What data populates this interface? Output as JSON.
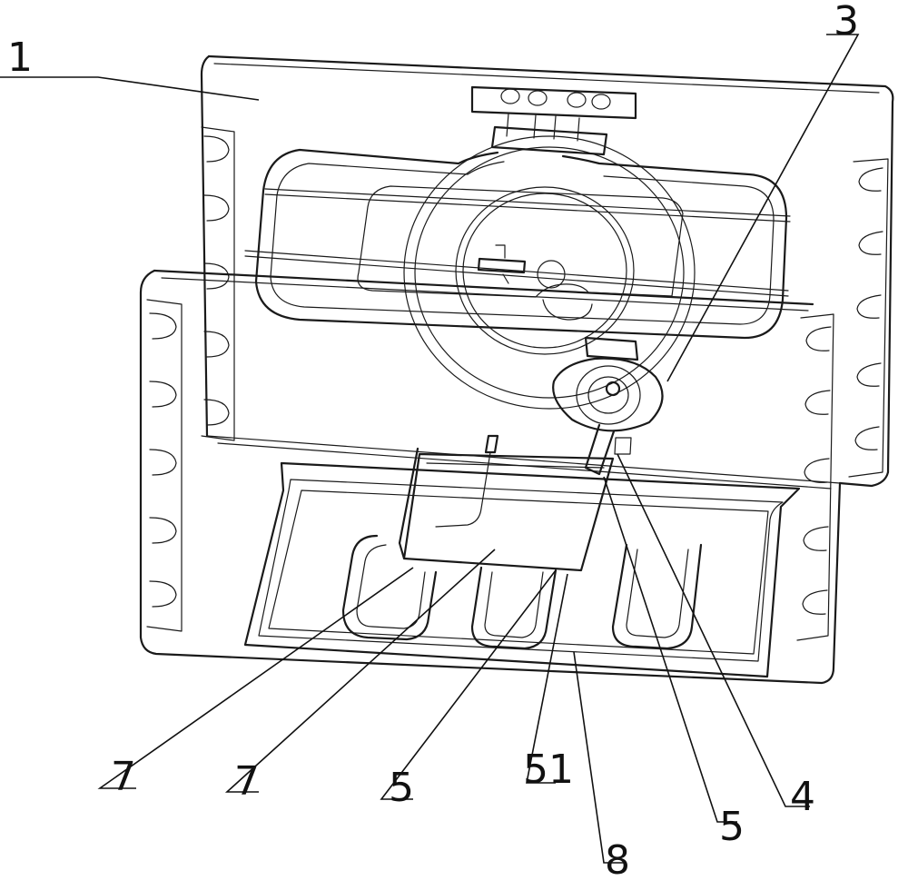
{
  "callouts": [
    {
      "id": "1",
      "label": "1",
      "part": "housing"
    },
    {
      "id": "3",
      "label": "3",
      "part": "upper-heating-tube"
    },
    {
      "id": "7a",
      "label": "7",
      "part": "bracket"
    },
    {
      "id": "7b",
      "label": "7",
      "part": "bracket"
    },
    {
      "id": "5a",
      "label": "5",
      "part": "lower-heating-tube"
    },
    {
      "id": "51",
      "label": "51",
      "part": "tube-section"
    },
    {
      "id": "8",
      "label": "8",
      "part": "bottom-plate"
    },
    {
      "id": "5b",
      "label": "5",
      "part": "lower-heating-tube"
    },
    {
      "id": "4",
      "label": "4",
      "part": "connector"
    }
  ],
  "colors": {
    "line": "#1a1a1a",
    "background": "#ffffff"
  }
}
